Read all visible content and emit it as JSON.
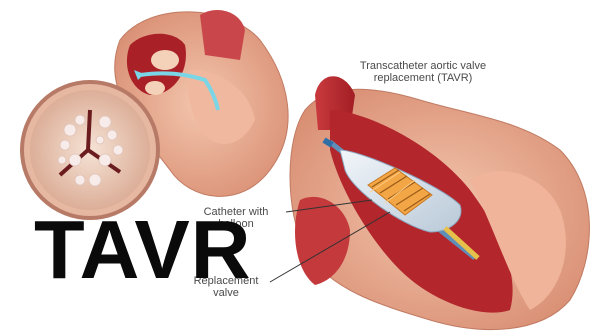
{
  "title": "TAVR",
  "captions": {
    "procedure_line1": "Transcatheter aortic valve",
    "procedure_line2": "replacement (TAVR)",
    "catheter_line1": "Catheter with",
    "catheter_line2": "balloon",
    "valve_line1": "Replacement",
    "valve_line2": "valve"
  },
  "colors": {
    "heart_muscle": "#e8a98d",
    "heart_dark": "#b3262b",
    "balloon": "#dfe8ef",
    "valve_stent": "#f0a040",
    "catheter": "#6aa0c8",
    "stenosed_valve": "#f1d8c8"
  },
  "icons": [
    "heart-illustration",
    "stenosed-valve-inset",
    "catheter-balloon",
    "replacement-valve-stent"
  ]
}
